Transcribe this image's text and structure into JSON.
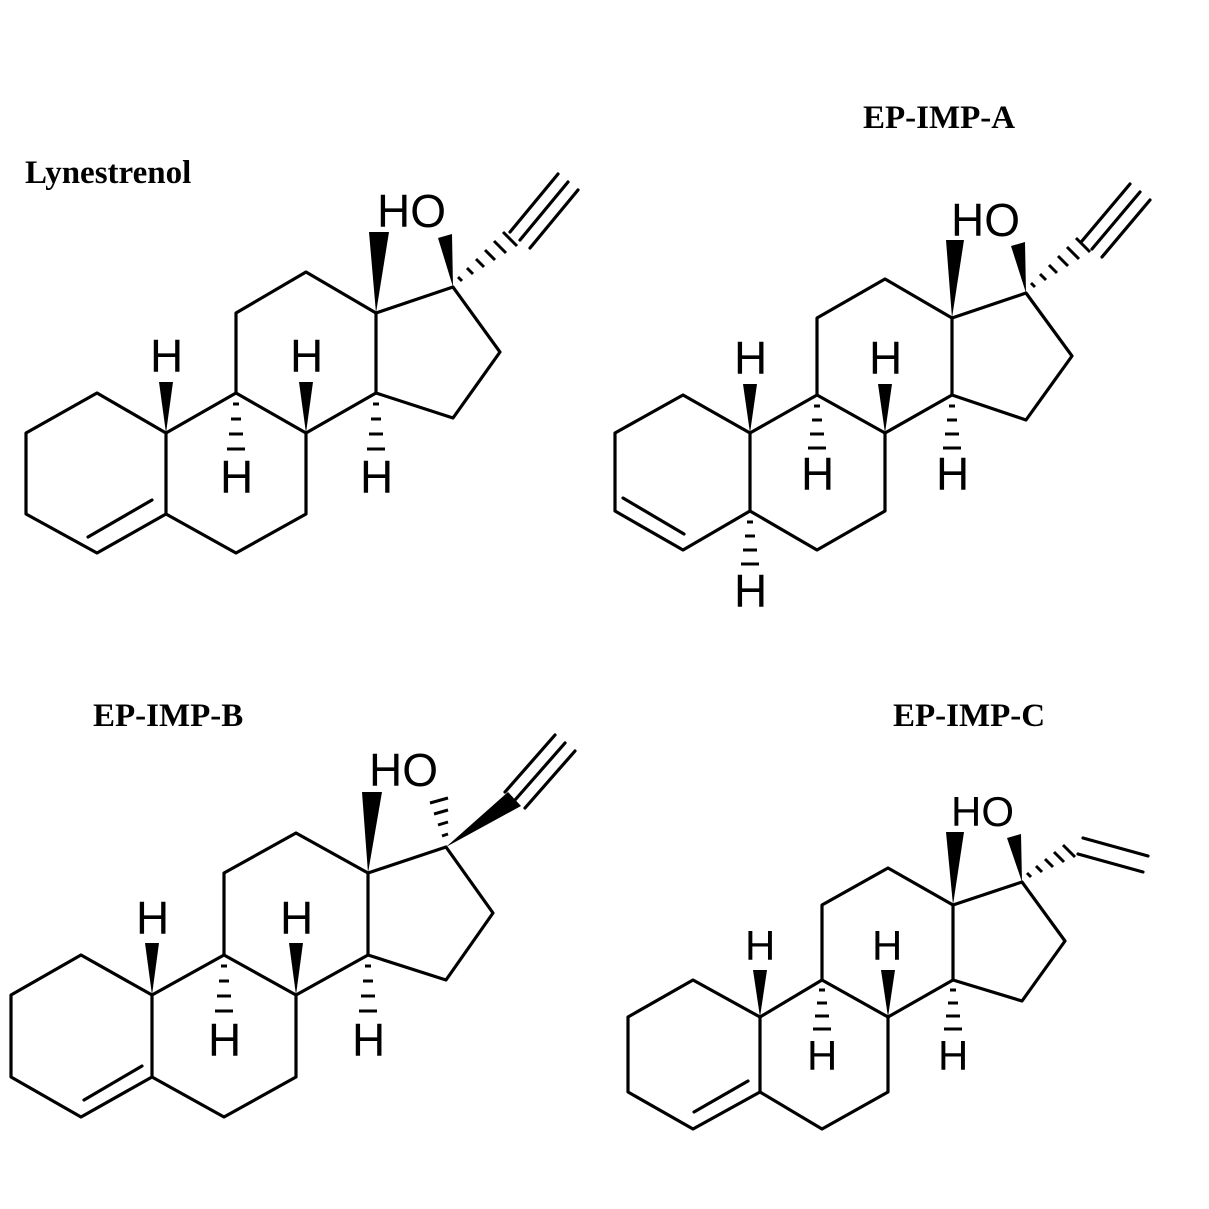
{
  "molecules": [
    {
      "name": "Lynestrenol",
      "hydroxyl_label": "HO",
      "h_labels": [
        "H",
        "H",
        "H",
        "H"
      ]
    },
    {
      "name": "EP-IMP-A",
      "hydroxyl_label": "HO",
      "h_labels": [
        "H",
        "H",
        "H",
        "H",
        "H"
      ]
    },
    {
      "name": "EP-IMP-B",
      "hydroxyl_label": "HO",
      "h_labels": [
        "H",
        "H",
        "H",
        "H"
      ]
    },
    {
      "name": "EP-IMP-C",
      "hydroxyl_label": "HO",
      "h_labels": [
        "H",
        "H",
        "H",
        "H"
      ]
    }
  ]
}
